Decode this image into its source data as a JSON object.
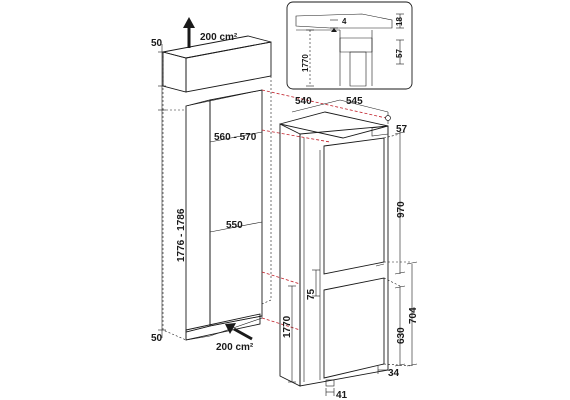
{
  "labels": {
    "top_vent": "200 cm²",
    "bottom_vent": "200 cm²",
    "niche_top_gap": "50",
    "niche_bottom_gap": "50",
    "niche_height": "1776 - 1786",
    "niche_width": "560 - 570",
    "niche_depth": "550",
    "appliance_depth": "540",
    "appliance_width": "545",
    "top_right_57": "57",
    "upper_door": "970",
    "lower_door": "704",
    "door_gap_75": "75",
    "lower_630": "630",
    "appliance_height": "1770",
    "bottom_34": "34",
    "bottom_41": "41",
    "detail_4": "4",
    "detail_18": "18",
    "detail_57": "57",
    "detail_1770": "1770"
  },
  "colors": {
    "line": "#1a1a1a",
    "dashed_red": "#c0202a",
    "niche_shade": "#c9c9c9",
    "niche_top_fill": "#e6e6e6",
    "appliance_fill": "#ffffff"
  }
}
